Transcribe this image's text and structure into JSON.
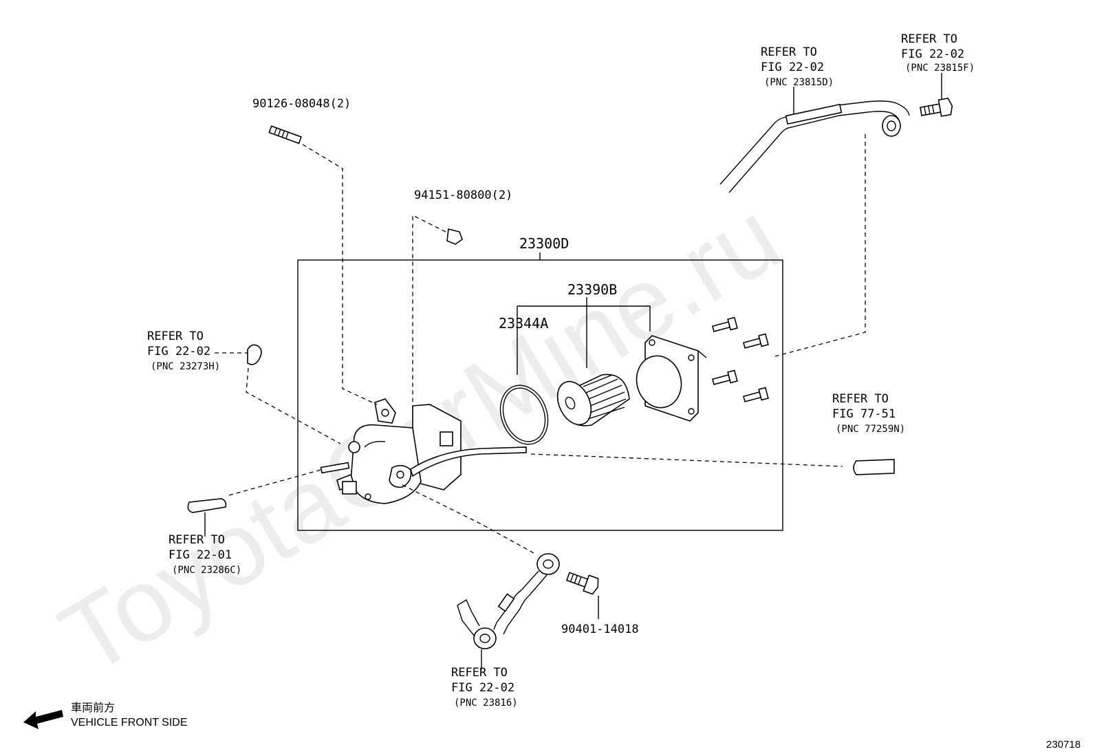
{
  "watermark": "ToyotaCarMine.ru",
  "diagram_id": "230718",
  "direction": {
    "jp": "車両前方",
    "en": "VEHICLE FRONT SIDE"
  },
  "parts": {
    "stud": "90126-08048(2)",
    "nut": "94151-80800(2)",
    "assembly": "23300D",
    "element": "23390B",
    "oring": "23344A",
    "union_bolt": "90401-14018"
  },
  "refs": {
    "top_mid": {
      "l1": "REFER TO",
      "l2": "FIG 22-02",
      "l3": "(PNC 23815D)"
    },
    "top_right": {
      "l1": "REFER TO",
      "l2": "FIG 22-02",
      "l3": "(PNC 23815F)"
    },
    "left_mid": {
      "l1": "REFER TO",
      "l2": "FIG 22-02",
      "l3": "(PNC 23273H)"
    },
    "right_mid": {
      "l1": "REFER TO",
      "l2": "FIG 77-51",
      "l3": "(PNC 77259N)"
    },
    "left_low": {
      "l1": "REFER TO",
      "l2": "FIG 22-01",
      "l3": "(PNC 23286C)"
    },
    "bottom": {
      "l1": "REFER TO",
      "l2": "FIG 22-02",
      "l3": "(PNC 23816)"
    }
  }
}
